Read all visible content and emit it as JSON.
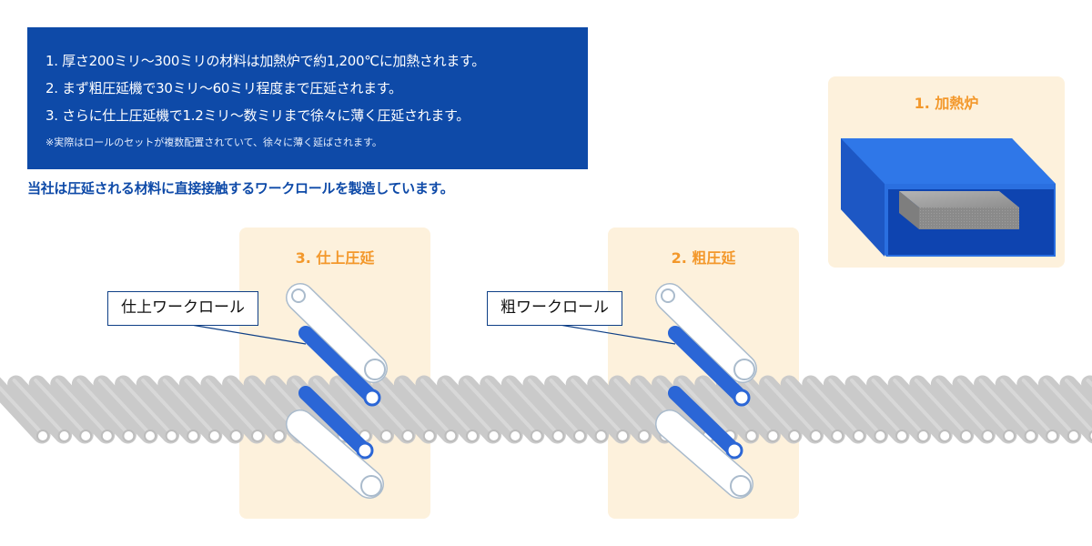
{
  "info": {
    "steps": [
      "1. 厚さ200ミリ〜300ミリの材料は加熱炉で約1,200℃に加熱されます。",
      "2. まず粗圧延機で30ミリ〜60ミリ程度まで圧延されます。",
      "3. さらに仕上圧延機で1.2ミリ〜数ミリまで徐々に薄く圧延されます。"
    ],
    "note": "※実際はロールのセットが複数配置されていて、徐々に薄く延ばされます。"
  },
  "intro": "当社は圧延される材料に直接接触するワークロールを製造しています。",
  "stages": {
    "furnace": {
      "title": "1. 加熱炉"
    },
    "rough": {
      "title": "2. 粗圧延",
      "callout": "粗ワークロール"
    },
    "finish": {
      "title": "3. 仕上圧延",
      "callout": "仕上ワークロール"
    }
  },
  "colors": {
    "brand_blue": "#0e4aa8",
    "roll_blue": "#2b66d6",
    "stage_title_orange": "#f3982b",
    "panel_bg": "#fdf1dc",
    "conveyor_gray": "#cacaca"
  },
  "icons": [
    "furnace-icon",
    "slab-icon",
    "work-roll-icon",
    "backup-roll-icon",
    "conveyor-roller-icon"
  ]
}
